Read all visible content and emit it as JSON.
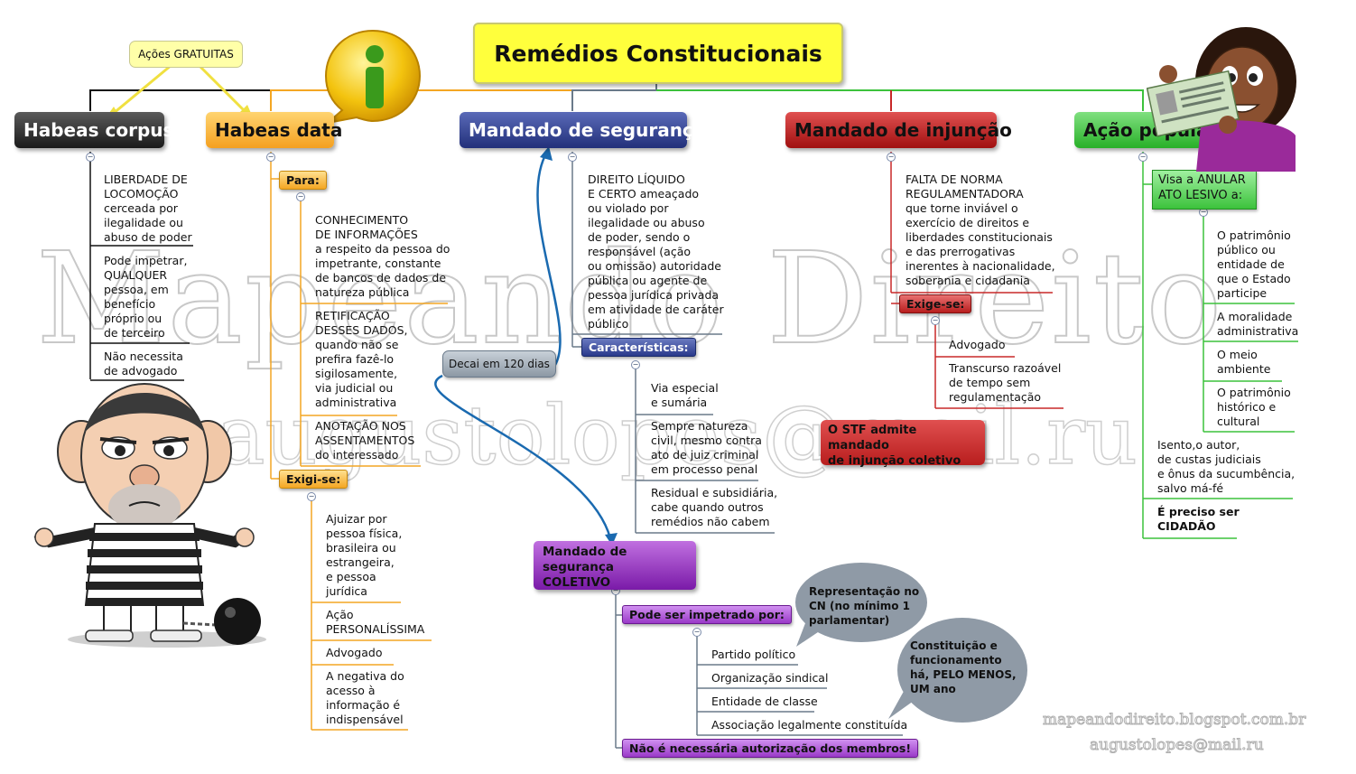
{
  "title": "Remédios Constitucionais",
  "note_top": "Ações GRATUITAS",
  "watermark": "Mapeando Direito",
  "watermark2": "augustolopes@mail.ru",
  "footer": {
    "blog": "mapeandodireito.blogspot.com.br",
    "email": "augustolopes@mail.ru"
  },
  "habeas_corpus": {
    "label": "Habeas corpus",
    "items": [
      "LIBERDADE DE\nLOCOMOÇÃO\ncerceada por\nilegalidade ou\nabuso de poder",
      "Pode impetrar,\nQUALQUER\npessoa, em\nbenefício\npróprio ou\nde terceiro",
      "Não necessita\nde advogado"
    ]
  },
  "habeas_data": {
    "label": "Habeas data",
    "para_label": "Para:",
    "para_items": [
      "CONHECIMENTO\nDE INFORMAÇÕES\na respeito da pessoa do\nimpetrante, constante\nde bancos de  dados de\nnatureza pública",
      "RETIFICAÇÃO\nDESSES DADOS,\nquando não se\nprefira fazê-lo\nsigilosamente,\nvia judicial ou\nadministrativa",
      "ANOTAÇÃO NOS\nASSENTAMENTOS\ndo interessado"
    ],
    "exigi_label": "Exigi-se:",
    "exigi_items": [
      "Ajuizar por\npessoa física,\nbrasileira ou\nestrangeira,\ne pessoa\njurídica",
      "Ação\nPERSONALÍSSIMA",
      "Advogado",
      "A negativa do\nacesso à\ninformação é\nindispensável"
    ]
  },
  "mandado_seguranca": {
    "label": "Mandado de segurança",
    "main_text": "DIREITO LÍQUIDO\nE CERTO ameaçado\nou violado por\nilegalidade ou abuso\nde poder, sendo o\nresponsável (ação\nou omissão) autoridade\npública ou agente de\npessoa jurídica privada\nem atividade de caráter\npúblico",
    "decai": "Decai em 120 dias",
    "caracteristicas_label": "Características:",
    "caracteristicas_items": [
      "Via especial\ne sumária",
      "Sempre natureza\ncivil, mesmo contra\nato de juiz criminal\nem processo penal",
      "Residual e subsidiária,\ncabe quando outros\nremédios não cabem"
    ]
  },
  "ms_coletivo": {
    "label": "Mandado de segurança\nCOLETIVO",
    "pode_label": "Pode ser impetrado por:",
    "pode_items": [
      "Partido político",
      "Organização sindical",
      "Entidade de classe",
      "Associação legalmente constituída"
    ],
    "nao_label": "Não é necessária autorização dos membros!",
    "callout1": "Representação no\nCN (no mínimo 1\nparlamentar)",
    "callout2": "Constituição e\nfuncionamento\nhá, PELO MENOS,\n UM ano"
  },
  "mandado_injuncao": {
    "label": "Mandado de injunção",
    "main_text": "FALTA DE NORMA\nREGULAMENTADORA\nque torne inviável o\nexercício de direitos e\nliberdades constitucionais\ne das prerrogativas\ninerentes à nacionalidade,\nsoberania e cidadania",
    "exige_label": "Exige-se:",
    "exige_items": [
      "Advogado",
      "Transcurso razoável\nde tempo sem\nregulamentação"
    ],
    "stf": "O STF admite mandado\nde injunção coletivo"
  },
  "acao_popular": {
    "label": "Ação popular",
    "visa_label": "Visa a ANULAR\nATO LESIVO a:",
    "visa_items": [
      "O patrimônio\npúblico ou\nentidade de\nque o Estado\nparticipe",
      "A moralidade\nadministrativa",
      "O meio\nambiente",
      "O patrimônio\nhistórico e\ncultural"
    ],
    "isento": "Isento,o autor,\nde custas judiciais\ne ônus da sucumbência,\nsalvo má-fé",
    "cidadao": "É preciso ser\nCIDADÃO"
  },
  "colors": {
    "black_branch": "#2a2a2a",
    "orange": "#f4a623",
    "blue": "#2a3a8c",
    "red": "#b81e1e",
    "green": "#3cc23c",
    "purple": "#8a2ab0",
    "yellow": "#ffff3c"
  },
  "icons": [
    "info-icon",
    "prisoner-illustration",
    "citizen-illustration"
  ]
}
